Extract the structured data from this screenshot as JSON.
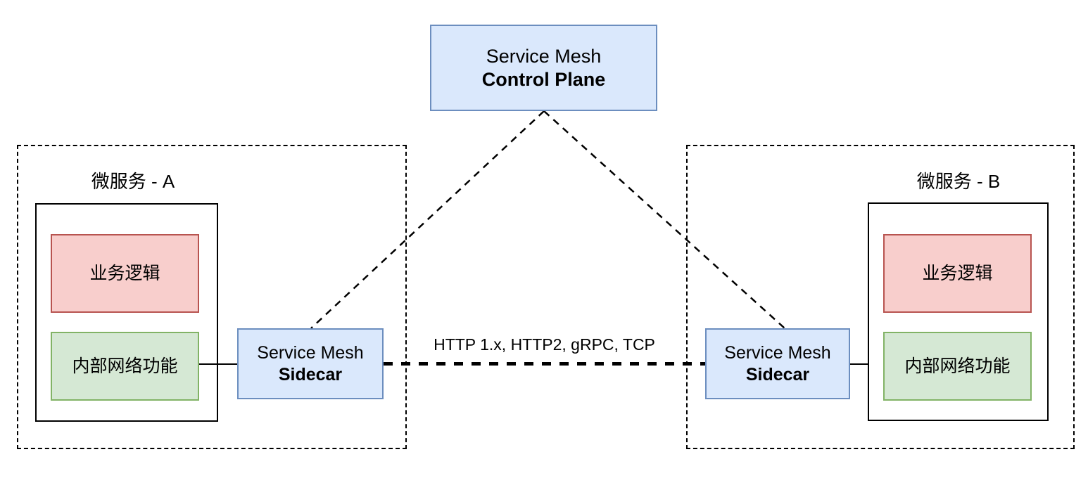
{
  "diagram": {
    "title_visible": false,
    "background": "#ffffff",
    "palette": {
      "blue_fill": "#dae8fc",
      "blue_stroke": "#6c8ebf",
      "pink_fill": "#f8cecc",
      "pink_stroke": "#b85450",
      "green_fill": "#d5e8d4",
      "green_stroke": "#82b366",
      "line": "#000000"
    }
  },
  "control_plane": {
    "line1": "Service Mesh",
    "line2": "Control Plane"
  },
  "groups": [
    {
      "id": "microservice-a",
      "title": "微服务 - A",
      "business_logic": "业务逻辑",
      "internal_network": "内部网络功能",
      "sidecar": {
        "line1": "Service Mesh",
        "line2": "Sidecar"
      }
    },
    {
      "id": "microservice-b",
      "title": "微服务 - B",
      "business_logic": "业务逻辑",
      "internal_network": "内部网络功能",
      "sidecar": {
        "line1": "Service Mesh",
        "line2": "Sidecar"
      }
    }
  ],
  "connections": {
    "protocol_label": "HTTP 1.x, HTTP2, gRPC, TCP",
    "control_link_style": "dashed",
    "data_link_style": "thick-dashed"
  }
}
